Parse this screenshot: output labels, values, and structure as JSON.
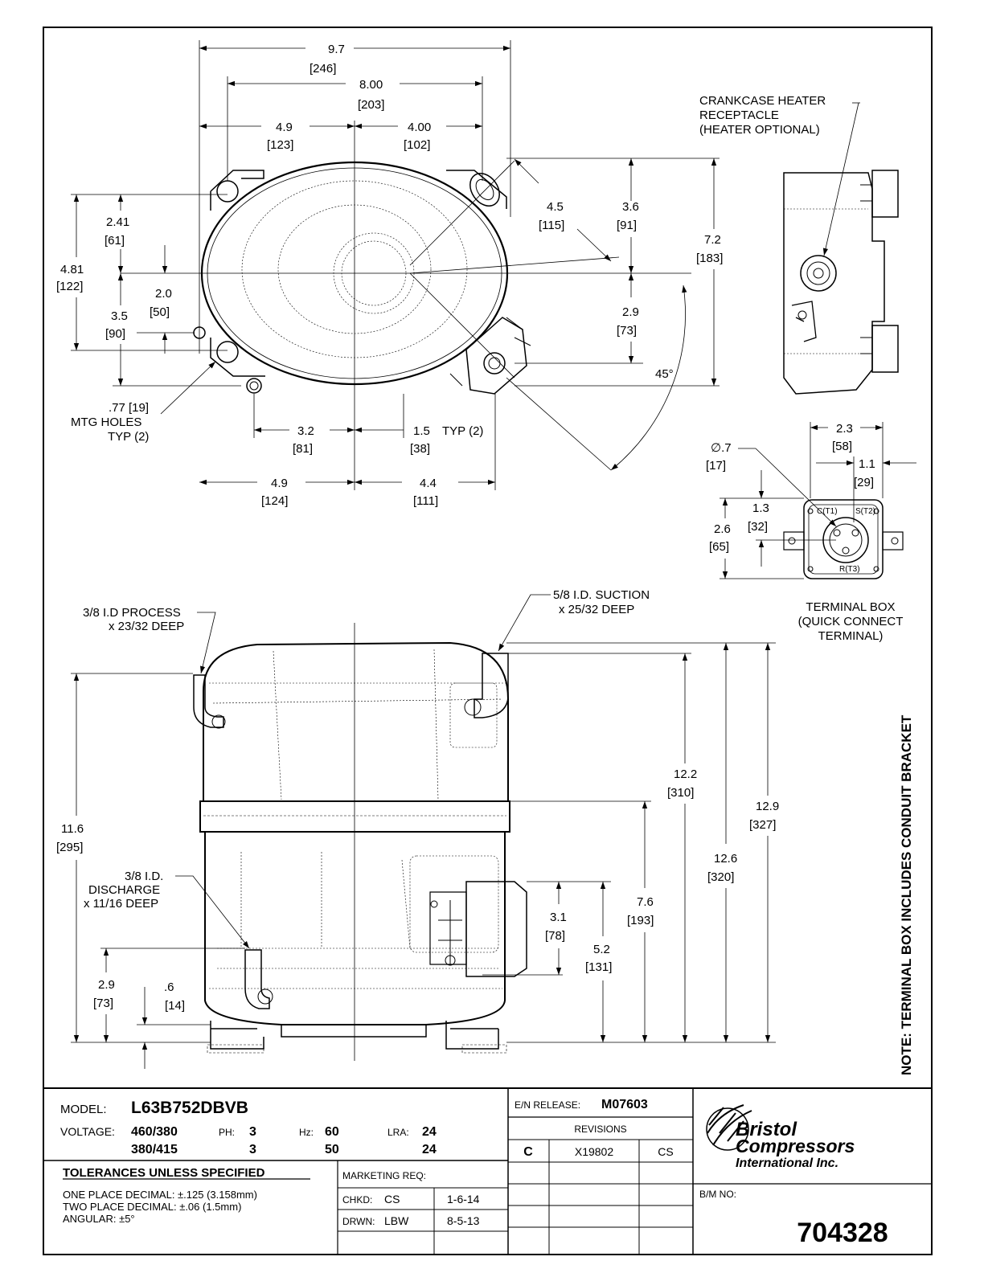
{
  "top_view": {
    "dims": {
      "d_9_7": "9.7",
      "d_246": "[246]",
      "d_8_00": "8.00",
      "d_203": "[203]",
      "d_4_9a": "4.9",
      "d_123": "[123]",
      "d_4_00": "4.00",
      "d_102": "[102]",
      "d_4_5": "4.5",
      "d_115": "[115]",
      "d_3_6": "3.6",
      "d_91": "[91]",
      "d_7_2": "7.2",
      "d_183": "[183]",
      "d_2_41": "2.41",
      "d_61": "[61]",
      "d_4_81": "4.81",
      "d_122": "[122]",
      "d_2_0": "2.0",
      "d_50": "[50]",
      "d_3_5": "3.5",
      "d_90": "[90]",
      "d_2_9": "2.9",
      "d_73": "[73]",
      "d_45": "45°",
      "d_3_2": "3.2",
      "d_81": "[81]",
      "d_1_5": "1.5",
      "d_typ2": "TYP (2)",
      "d_38": "[38]",
      "d_4_9b": "4.9",
      "d_124": "[124]",
      "d_4_4": "4.4",
      "d_111": "[111]"
    },
    "mtg_holes": {
      "dim": ".77 [19]",
      "line1": "MTG HOLES",
      "line2": "TYP (2)"
    }
  },
  "crankcase": {
    "line1": "CRANKCASE HEATER",
    "line2": "RECEPTACLE",
    "line3": "(HEATER OPTIONAL)"
  },
  "terminal_box": {
    "dims": {
      "d_2_3": "2.3",
      "d_58": "[58]",
      "d_1_1": "1.1",
      "d_29": "[29]",
      "d_dia": "∅.7",
      "d_17": "[17]",
      "d_1_3": "1.3",
      "d_32": "[32]",
      "d_2_6": "2.6",
      "d_65": "[65]"
    },
    "terminals": {
      "c": "C(T1)",
      "s": "S(T2)",
      "r": "R(T3)"
    },
    "caption": {
      "line1": "TERMINAL BOX",
      "line2": "(QUICK CONNECT",
      "line3": "TERMINAL)"
    }
  },
  "side_view": {
    "process": {
      "line1": "3/8 I.D PROCESS",
      "line2": "x 23/32 DEEP"
    },
    "suction": {
      "line1": "5/8 I.D. SUCTION",
      "line2": "x 25/32 DEEP"
    },
    "discharge": {
      "line1": "3/8 I.D.",
      "line2": "DISCHARGE",
      "line3": "x 11/16 DEEP"
    },
    "dims": {
      "d_12_2": "12.2",
      "d_310": "[310]",
      "d_12_9": "12.9",
      "d_327": "[327]",
      "d_12_6": "12.6",
      "d_320": "[320]",
      "d_7_6": "7.6",
      "d_193": "[193]",
      "d_3_1": "3.1",
      "d_78": "[78]",
      "d_5_2": "5.2",
      "d_131": "[131]",
      "d_11_6": "11.6",
      "d_295": "[295]",
      "d_2_9": "2.9",
      "d_73": "[73]",
      "d_6": ".6",
      "d_14": "[14]"
    }
  },
  "note": "NOTE: TERMINAL BOX INCLUDES CONDUIT BRACKET",
  "title_block": {
    "model_label": "MODEL:",
    "model": "L63B752DBVB",
    "voltage_label": "VOLTAGE:",
    "voltage1": "460/380",
    "voltage2": "380/415",
    "ph_label": "PH:",
    "ph1": "3",
    "ph2": "3",
    "hz_label": "Hz:",
    "hz1": "60",
    "hz2": "50",
    "lra_label": "LRA:",
    "lra1": "24",
    "lra2": "24",
    "tolerances_title": "TOLERANCES UNLESS SPECIFIED",
    "tol1": "ONE PLACE DECIMAL: ±.125 (3.158mm)",
    "tol2": "TWO PLACE DECIMAL: ±.06 (1.5mm)",
    "tol3": "ANGULAR: ±5°",
    "marketing_req": "MARKETING REQ:",
    "chkd_label": "CHKD:",
    "chkd": "CS",
    "chkd_date": "1-6-14",
    "drwn_label": "DRWN:",
    "drwn": "LBW",
    "drwn_date": "8-5-13",
    "en_release_label": "E/N RELEASE:",
    "en_release": "M07603",
    "revisions": "REVISIONS",
    "rev_letter": "C",
    "rev_number": "X19802",
    "rev_by": "CS",
    "company1": "Bristol",
    "company2": "Compressors",
    "company3": "International Inc.",
    "bm_label": "B/M NO:",
    "bm_number": "704328"
  }
}
